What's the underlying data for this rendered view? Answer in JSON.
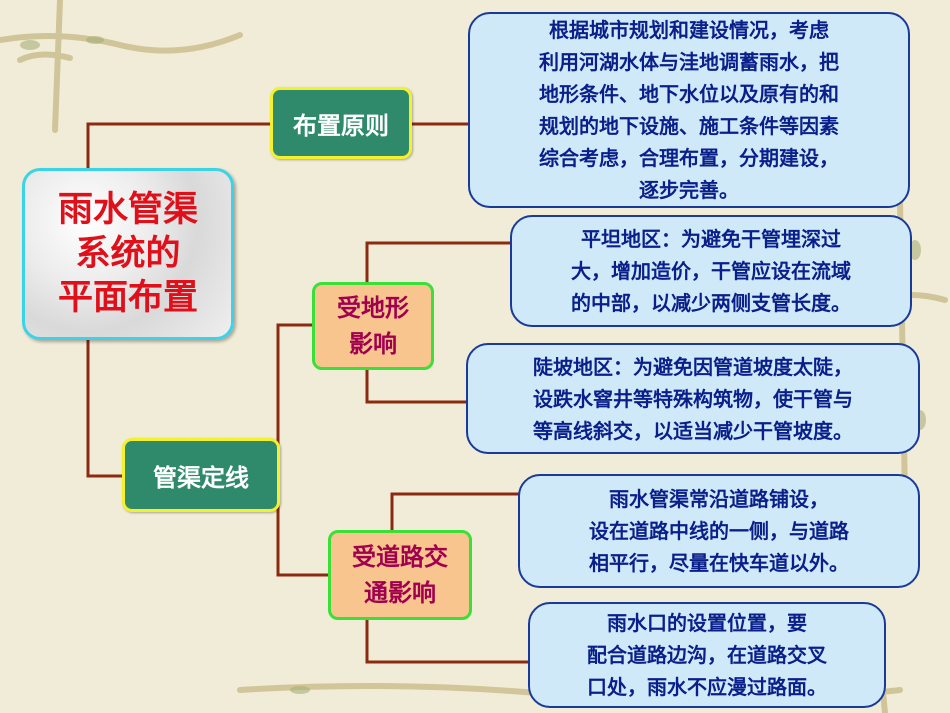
{
  "title": "雨水管渠\n系统的\n平面布置",
  "branches": {
    "layout_principle": {
      "label": "布置原则",
      "description": "根据城市规划和建设情况，考虑\n利用河湖水体与洼地调蓄雨水，把\n地形条件、地下水位以及原有的和\n规划的地下设施、施工条件等因素\n综合考虑，合理布置，分期建设，\n逐步完善。"
    },
    "alignment": {
      "label": "管渠定线",
      "terrain": {
        "label": "受地形\n影响",
        "flat": "平坦地区：为避免干管埋深过\n大，增加造价，干管应设在流域\n的中部，以减少两侧支管长度。",
        "steep": "陡坡地区：为避免因管道坡度太陡，\n设跌水窨井等特殊构筑物，使干管与\n等高线斜交，以适当减少干管坡度。"
      },
      "road": {
        "label": "受道路交\n通影响",
        "along_road": "雨水管渠常沿道路铺设，\n设在道路中线的一侧，与道路\n相平行，尽量在快车道以外。",
        "inlet": "雨水口的设置位置，要\n配合道路边沟，在道路交叉\n口处，雨水不应漫过路面。"
      }
    }
  },
  "colors": {
    "connector": "#8a2a10",
    "title_text": "#e0101a",
    "green_fill": "#2f8a6c",
    "orange_fill": "#f9c58f",
    "blue_fill": "#cfe9f9"
  }
}
